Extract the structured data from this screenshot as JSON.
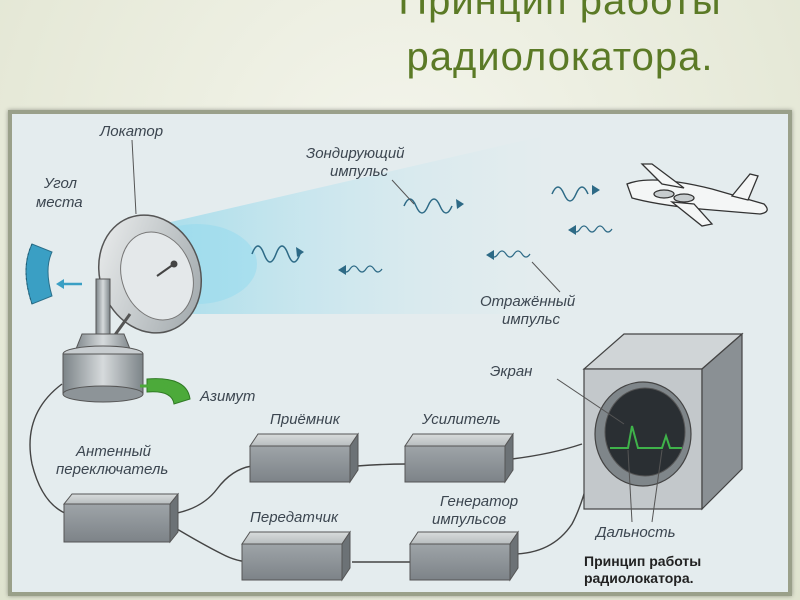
{
  "slide": {
    "title_line1": "Принцип работы",
    "title_line2": "радиолокатора."
  },
  "diagram": {
    "labels": {
      "locator": "Локатор",
      "elevation_l1": "Угол",
      "elevation_l2": "места",
      "probe_l1": "Зондирующий",
      "probe_l2": "импульс",
      "reflected_l1": "Отражённый",
      "reflected_l2": "импульс",
      "azimuth": "Азимут",
      "screen": "Экран",
      "receiver": "Приёмник",
      "amplifier": "Усилитель",
      "switch_l1": "Антенный",
      "switch_l2": "переключатель",
      "transmitter": "Передатчик",
      "generator_l1": "Генератор",
      "generator_l2": "импульсов",
      "range": "Дальность",
      "caption_l1": "Принцип работы",
      "caption_l2": "радиолокатора."
    },
    "colors": {
      "title": "#5b7a26",
      "beam": "#7fd3ea",
      "elevation_scale": "#3a9fc4",
      "azimuth_scale": "#4caa3a",
      "screen_trace": "#3fb24a"
    }
  }
}
